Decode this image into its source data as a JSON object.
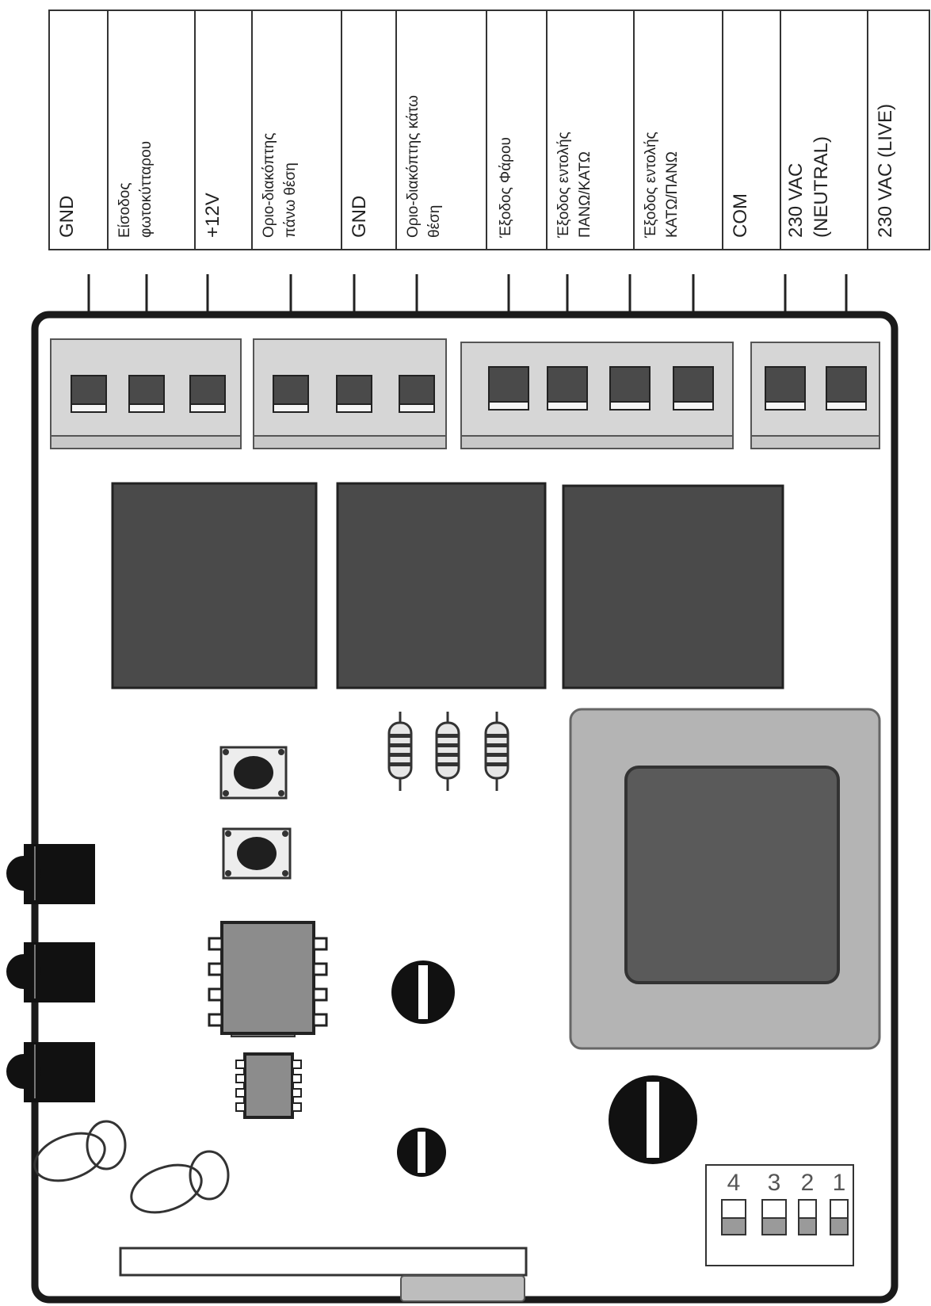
{
  "terminals": [
    {
      "line1": "GND",
      "line2": ""
    },
    {
      "line1": "Είσοδος",
      "line2": "φωτοκύτταρου"
    },
    {
      "line1": "+12V",
      "line2": ""
    },
    {
      "line1": "Οριο-διακόπτης",
      "line2": "πάνω θέση"
    },
    {
      "line1": "GND",
      "line2": ""
    },
    {
      "line1": "Οριο-διακόπτης κάτω",
      "line2": "θέση"
    },
    {
      "line1": "Έξοδος Φάρου",
      "line2": ""
    },
    {
      "line1": "Έξοδος εντολής",
      "line2": "ΠΑΝΩ/ΚΑΤΩ"
    },
    {
      "line1": "Έξοδος εντολής",
      "line2": "ΚΑΤΩ/ΠΑΝΩ"
    },
    {
      "line1": "COM",
      "line2": ""
    },
    {
      "line1": "230 VAC",
      "line2": "(NEUTRAL)"
    },
    {
      "line1": "230 VAC  (LIVE)",
      "line2": ""
    }
  ],
  "dip_switch": {
    "labels": [
      "4",
      "3",
      "2",
      "1"
    ]
  },
  "colors": {
    "board_outline": "#1a1a1a",
    "component": "#4a4a4a",
    "connector_block": "#d6d6d6",
    "transformer_frame": "#b4b4b4"
  }
}
